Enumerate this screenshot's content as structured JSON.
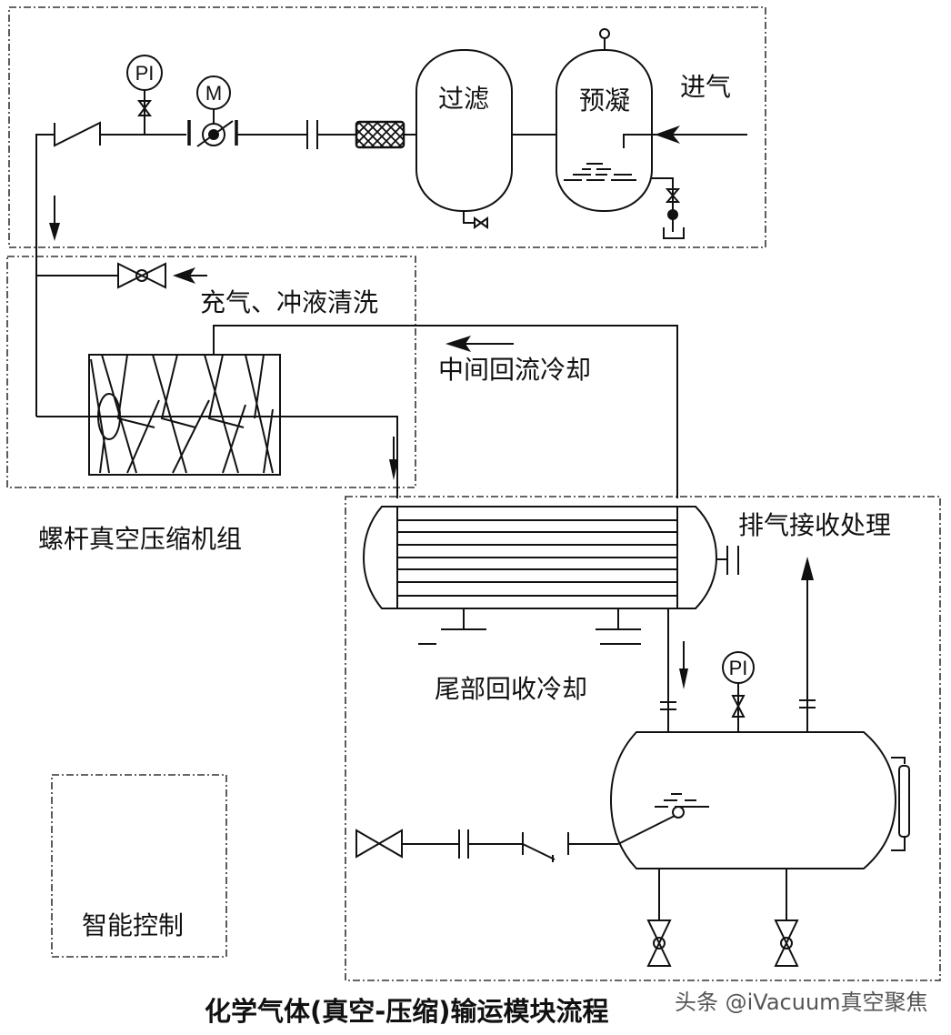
{
  "diagram": {
    "title": "化学气体(真空-压缩)输运模块流程",
    "watermark": "头条 @iVacuum真空聚焦",
    "labels": {
      "filter": "过滤",
      "precondense": "预凝",
      "inlet": "进气",
      "purge": "充气、冲液清洗",
      "intermediate_cooling": "中间回流冷却",
      "screw_unit": "螺杆真空压缩机组",
      "exhaust": "排气接收处理",
      "tail_cooling": "尾部回收冷却",
      "control": "智能控制"
    },
    "instruments": {
      "pressure_indicator": "PI",
      "motor": "M"
    },
    "icons": [
      "check-valve-icon",
      "pressure-gauge-icon",
      "motor-valve-icon",
      "flange-icon",
      "strainer-icon",
      "gate-valve-icon",
      "flow-arrow-icon",
      "heat-exchanger-icon",
      "receiver-tank-icon",
      "level-gauge-icon"
    ]
  }
}
